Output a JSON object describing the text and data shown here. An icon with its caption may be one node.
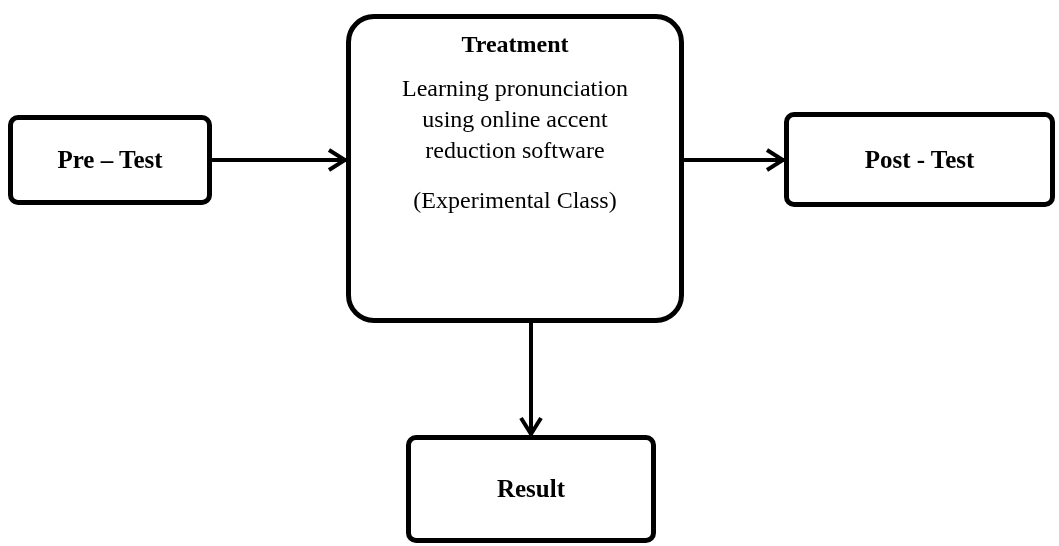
{
  "diagram": {
    "nodes": [
      {
        "text": [
          "Pre – Test"
        ]
      },
      {
        "text": [
          "Treatment",
          "Learning pronunciation using online accent reduction software",
          "(Experimental Class)"
        ]
      },
      {
        "text": [
          "Post - Test"
        ]
      },
      {
        "text": [
          "Result"
        ]
      }
    ],
    "edges": [
      {
        "from": 0,
        "to": 1,
        "arrow": "to"
      },
      {
        "from": 1,
        "to": 2,
        "arrow": "to"
      },
      {
        "from": 1,
        "to": 3,
        "arrow": "to"
      }
    ]
  }
}
